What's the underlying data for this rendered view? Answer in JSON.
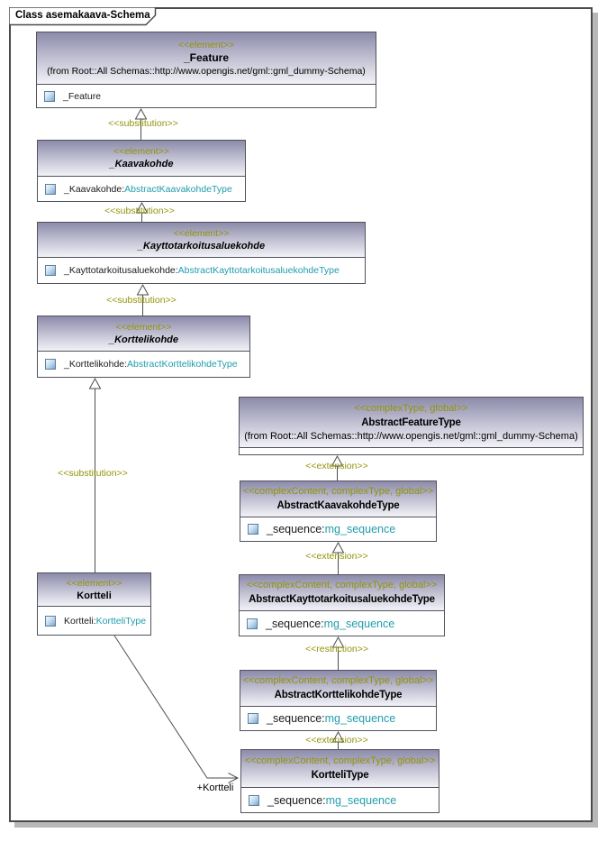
{
  "frame": {
    "title": "Class asemakaava-Schema"
  },
  "classes": [
    {
      "stereotype": "<<element>>",
      "name": "_Feature",
      "from": "(from Root::All Schemas::http://www.opengis.net/gml::gml_dummy-Schema)",
      "attr_name": "_Feature",
      "attr_type": ""
    },
    {
      "stereotype": "<<element>>",
      "name": "_Kaavakohde",
      "attr_name": "_Kaavakohde:",
      "attr_type": "AbstractKaavakohdeType"
    },
    {
      "stereotype": "<<element>>",
      "name": "_Kayttotarkoitusaluekohde",
      "attr_name": "_Kayttotarkoitusaluekohde:",
      "attr_type": "AbstractKayttotarkoitusaluekohdeType"
    },
    {
      "stereotype": "<<element>>",
      "name": "_Korttelikohde",
      "attr_name": "_Korttelikohde:",
      "attr_type": "AbstractKorttelikohdeType"
    },
    {
      "stereotype": "<<element>>",
      "name": "Kortteli",
      "attr_name": "Kortteli:",
      "attr_type": "KortteliType"
    },
    {
      "stereotype": "<<complexType, global>>",
      "name": "AbstractFeatureType",
      "from": "(from Root::All Schemas::http://www.opengis.net/gml::gml_dummy-Schema)"
    },
    {
      "stereotype": "<<complexContent, complexType, global>>",
      "name": "AbstractKaavakohdeType",
      "attr_name": "_sequence:",
      "attr_type": "mg_sequence"
    },
    {
      "stereotype": "<<complexContent, complexType, global>>",
      "name": "AbstractKayttotarkoitusaluekohdeType",
      "attr_name": "_sequence:",
      "attr_type": "mg_sequence"
    },
    {
      "stereotype": "<<complexContent, complexType, global>>",
      "name": "AbstractKorttelikohdeType",
      "attr_name": "_sequence:",
      "attr_type": "mg_sequence"
    },
    {
      "stereotype": "<<complexContent, complexType, global>>",
      "name": "KortteliType",
      "attr_name": "_sequence:",
      "attr_type": "mg_sequence"
    }
  ],
  "connectors": [
    {
      "label": "<<substitution>>"
    },
    {
      "label": "<<substitution>>"
    },
    {
      "label": "<<substitution>>"
    },
    {
      "label": "<<substitution>>"
    },
    {
      "label": "<<extension>>"
    },
    {
      "label": "<<extension>>"
    },
    {
      "label": "<<restriction>>"
    },
    {
      "label": "<<extension>>"
    },
    {
      "label": "+Kortteli"
    }
  ],
  "colors": {
    "stereotype": "#93930a",
    "type_ref": "#1f9dab",
    "header_top": "#8c8baa",
    "header_bottom": "#f2f2f7",
    "line": "#4d4d4d"
  }
}
